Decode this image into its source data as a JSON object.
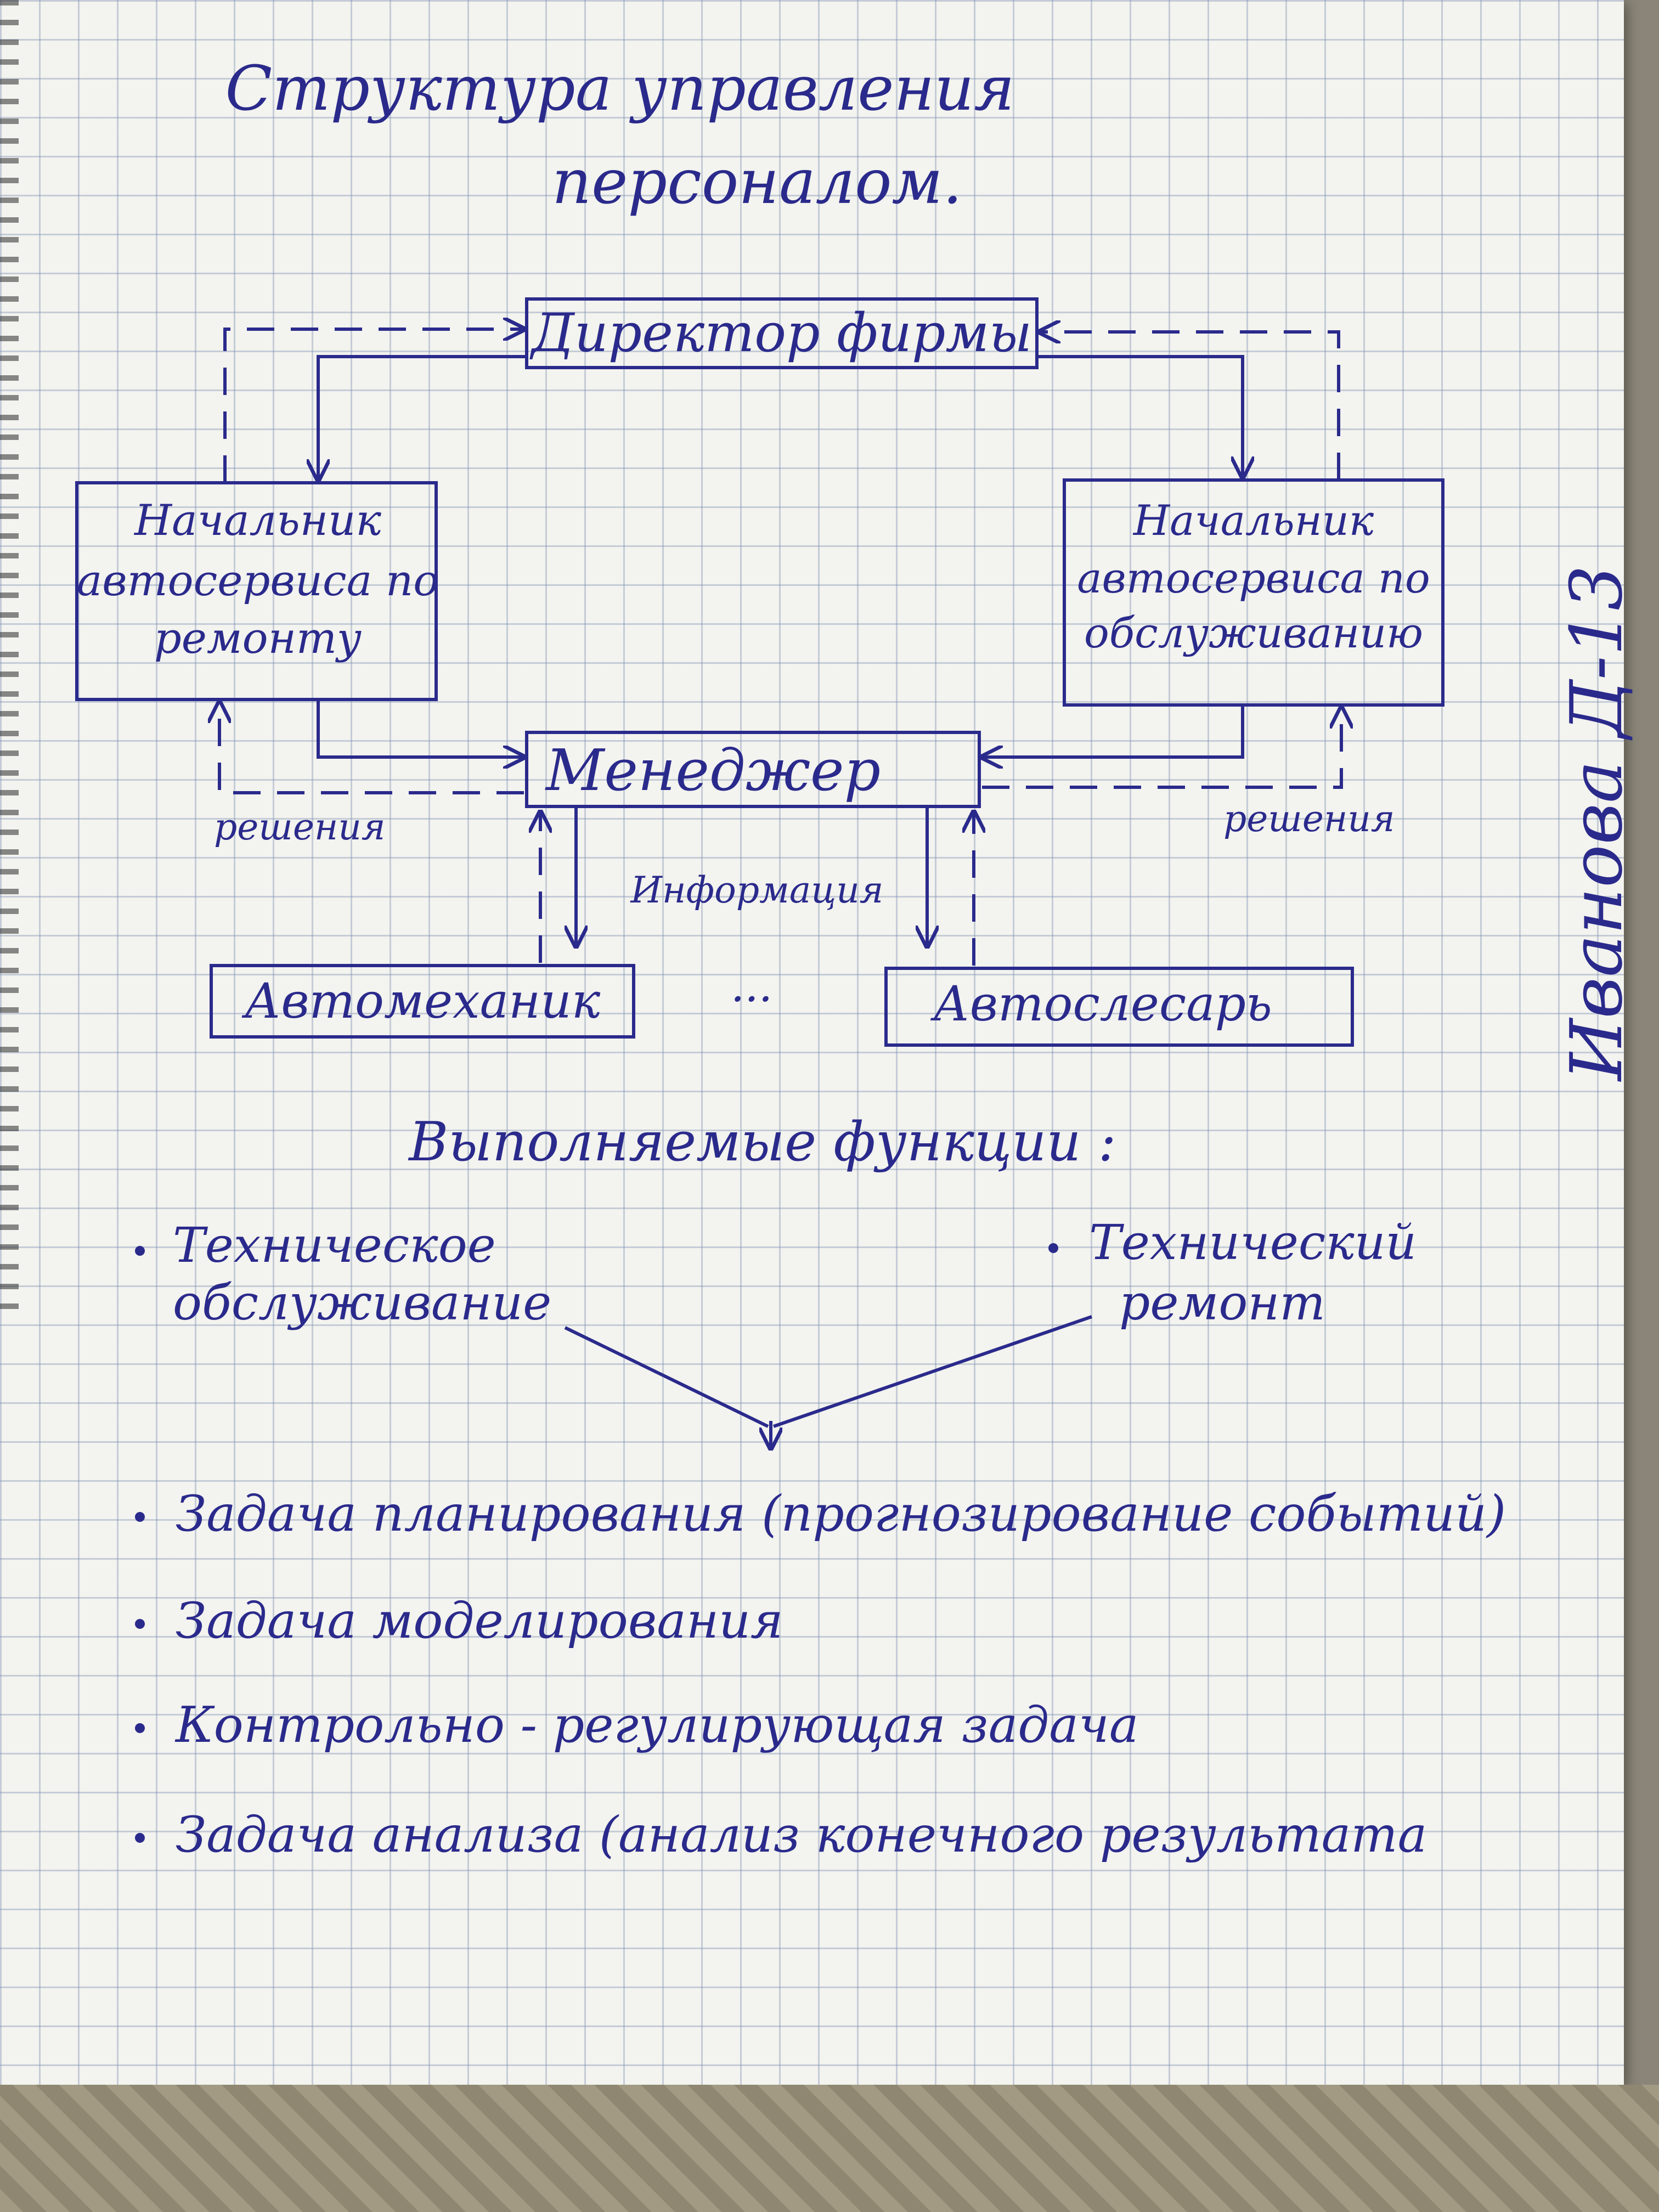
{
  "title": {
    "line1": "Структура управления",
    "line2": "персоналом."
  },
  "nodes": {
    "director": "Директор фирмы",
    "repair_head": [
      "Начальник",
      "автосервиса по",
      "ремонту"
    ],
    "service_head": [
      "Начальник",
      "автосервиса по",
      "обслуживанию"
    ],
    "manager": "Менеджер",
    "mechanic": "Автомеханик",
    "locksmith": "Автослесарь"
  },
  "edge_labels": {
    "decisions_left": "решения",
    "decisions_right": "решения",
    "information": "Информация",
    "ellipsis": "..."
  },
  "functions": {
    "heading": "Выполняемые функции :",
    "left": [
      "Техническое",
      "обслуживание"
    ],
    "right": [
      "Технический",
      "ремонт"
    ]
  },
  "tasks": [
    "Задача планирования (прогнозирование событий)",
    "Задача моделирования",
    "Контрольно - регулирующая задача",
    "Задача анализа (анализ конечного результата"
  ],
  "signature": "Иванова Д-13",
  "colors": {
    "ink": "#2a2a8c",
    "paper": "#f3f3ef",
    "grid": "#788caf"
  }
}
